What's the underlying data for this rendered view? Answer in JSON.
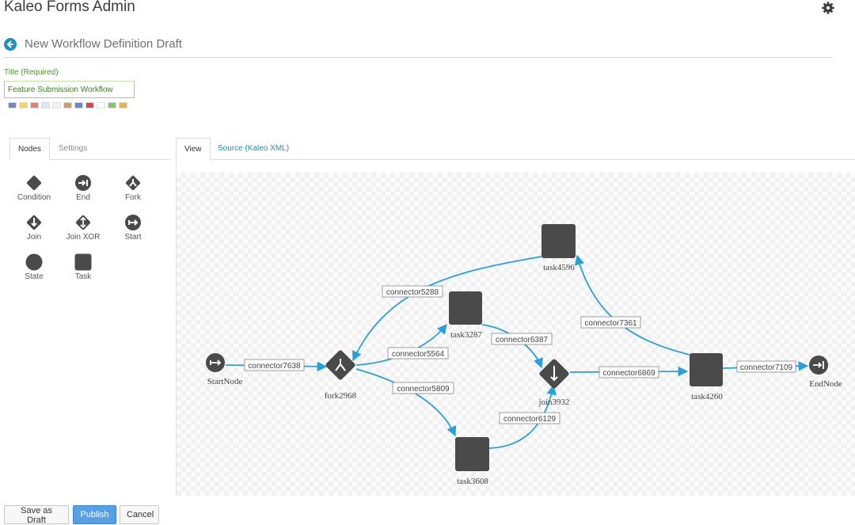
{
  "header": {
    "app_title": "Kaleo Forms Admin",
    "page_title": "New Workflow Definition Draft"
  },
  "form": {
    "title_label": "Title (Required)",
    "title_value": "Feature Submission Workflow"
  },
  "flags": [
    "#6f86c9",
    "#f5d65c",
    "#e27b7b",
    "#e0e6f5",
    "#f2f2f2",
    "#c9a06b",
    "#6c87c7",
    "#d24a4a",
    "#ffffff",
    "#8bc46a",
    "#e6b24a"
  ],
  "left_tabs": [
    {
      "label": "Nodes"
    },
    {
      "label": "Settings"
    }
  ],
  "right_tabs": [
    {
      "label": "View"
    },
    {
      "label": "Source (Kaleo XML)"
    }
  ],
  "palette": [
    {
      "label": "Condition",
      "icon": "condition-icon"
    },
    {
      "label": "End",
      "icon": "end-icon"
    },
    {
      "label": "Fork",
      "icon": "fork-icon"
    },
    {
      "label": "Join",
      "icon": "join-icon"
    },
    {
      "label": "Join XOR",
      "icon": "join-xor-icon"
    },
    {
      "label": "Start",
      "icon": "start-icon"
    },
    {
      "label": "State",
      "icon": "state-icon"
    },
    {
      "label": "Task",
      "icon": "task-icon"
    }
  ],
  "diagram": {
    "edge_color": "#27a1dc",
    "node_color": "#4a4a4a",
    "nodes": {
      "start": "StartNode",
      "fork": "fork2968",
      "task3287": "task3287",
      "task4596": "task4596",
      "task3608": "task3608",
      "join": "join3932",
      "task4260": "task4260",
      "end": "EndNode"
    },
    "connectors": {
      "c7638": "connector7638",
      "c5288": "connector5288",
      "c5564": "connector5564",
      "c5809": "connector5809",
      "c6387": "connector6387",
      "c6129": "connector6129",
      "c6869": "connector6869",
      "c7361": "connector7361",
      "c7109": "connector7109"
    }
  },
  "actions": {
    "save_draft": "Save as Draft",
    "publish": "Publish",
    "cancel": "Cancel"
  }
}
